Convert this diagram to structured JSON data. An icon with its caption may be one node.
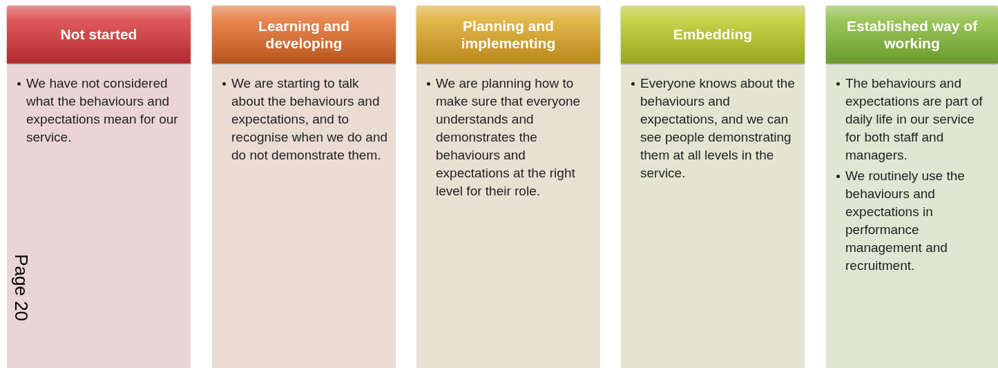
{
  "diagram": {
    "nodes": [
      {
        "text": [
          "Not started",
          "We have not considered what the behaviours and expectations mean for our service."
        ]
      },
      {
        "text": [
          "Learning and developing",
          "We are starting to talk about the behaviours and expectations, and to recognise when we do and do not demonstrate them."
        ]
      },
      {
        "text": [
          "Planning and implementing",
          "We are planning how to make sure that everyone understands and demonstrates the behaviours and expectations at the right level for their role."
        ]
      },
      {
        "text": [
          "Embedding",
          "Everyone knows about the behaviours and expectations, and we can see people demonstrating them at all levels in the service."
        ]
      },
      {
        "text": [
          "Established way of working",
          "The behaviours and expectations are part of daily life in our service for both staff and managers.",
          "We routinely use the behaviours and expectations in performance management and recruitment."
        ]
      }
    ],
    "labels": [
      "Page 20"
    ]
  }
}
